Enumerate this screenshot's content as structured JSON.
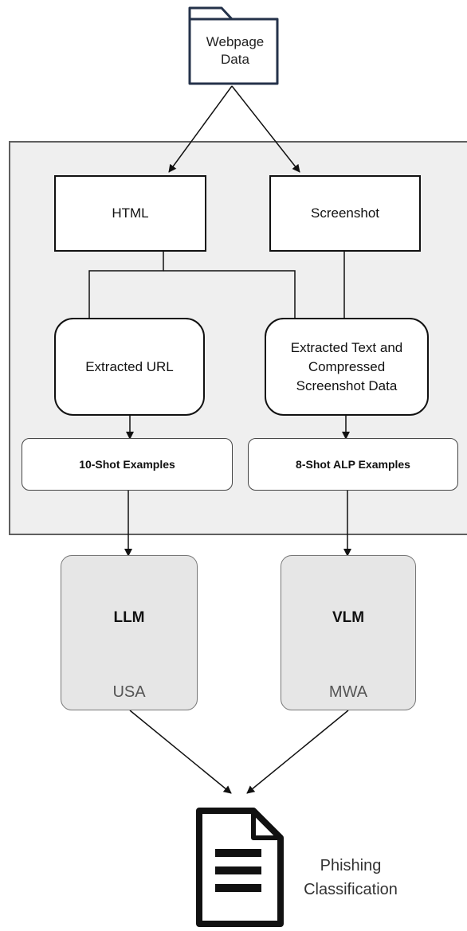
{
  "diagram": {
    "source": {
      "line1": "Webpage",
      "line2": "Data"
    },
    "html_box": "HTML",
    "screenshot_box": "Screenshot",
    "url_box": "Extracted URL",
    "text_box": {
      "line1": "Extracted Text and",
      "line2": "Compressed",
      "line3": "Screenshot Data"
    },
    "examples_left": "10-Shot Examples",
    "examples_right": "8-Shot ALP Examples",
    "model_left": {
      "chip": "LLM",
      "label": "USA"
    },
    "model_right": {
      "chip": "VLM",
      "label": "MWA"
    },
    "output": {
      "line1": "Phishing",
      "line2": "Classification"
    }
  }
}
